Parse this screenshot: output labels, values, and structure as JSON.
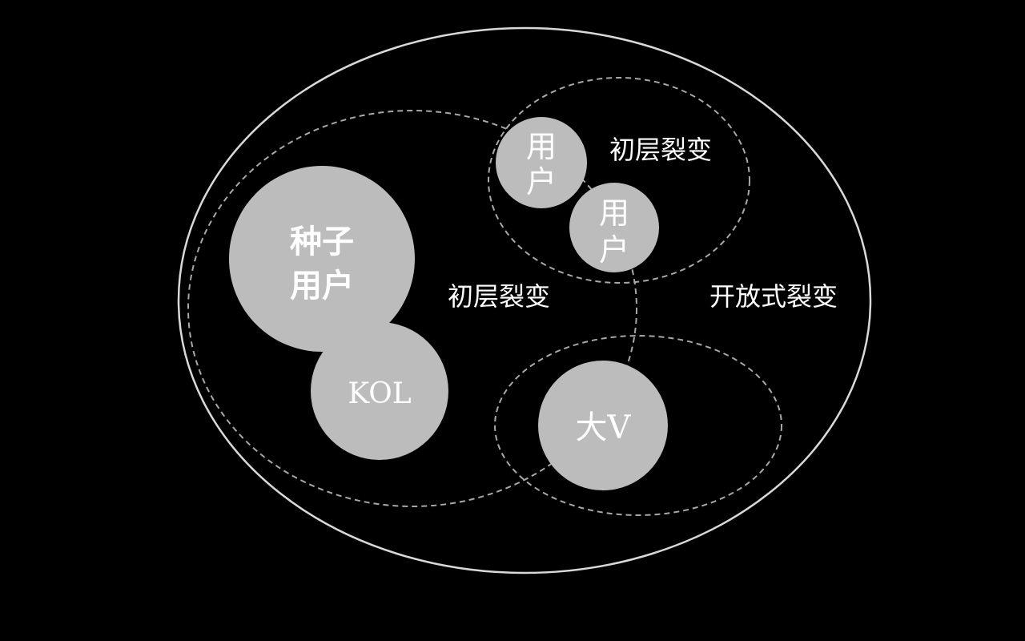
{
  "colors": {
    "background": "#000000",
    "node_fill": "#bcbcbc",
    "outline": "#d9d9d9",
    "dashed": "#a8a8a8",
    "text": "#ffffff"
  },
  "nodes": {
    "seed_user_line1": "种子",
    "seed_user_line2": "用户",
    "kol": "KOL",
    "user_a_line1": "用",
    "user_a_line2": "户",
    "user_b_line1": "用",
    "user_b_line2": "户",
    "big_v": "大V"
  },
  "regions": {
    "initial_fission_left": "初层裂变",
    "initial_fission_top": "初层裂变",
    "open_fission": "开放式裂变"
  }
}
